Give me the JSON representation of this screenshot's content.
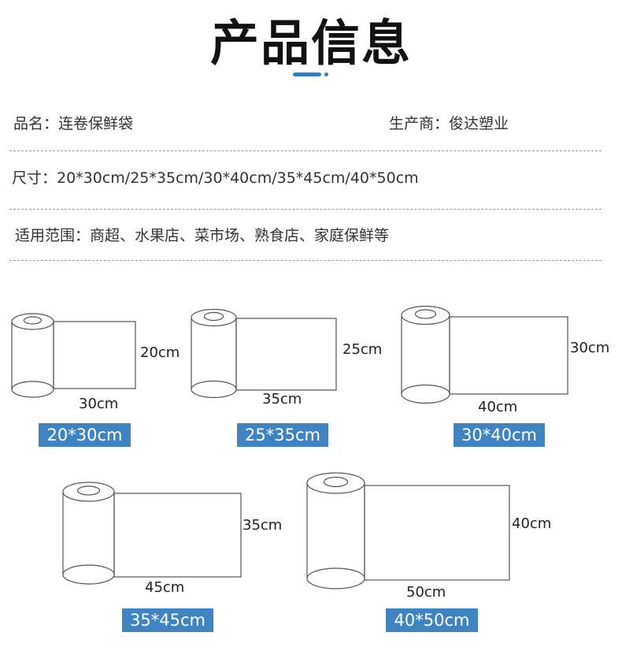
{
  "title": "产品信息",
  "info": {
    "name": "品名：连卷保鲜袋",
    "maker": "生产商：俊达塑业",
    "sizes": "尺寸：20*30cm/25*35cm/30*40cm/35*45cm/40*50cm",
    "usage": "适用范围：商超、水果店、菜市场、熟食店、家庭保鲜等"
  },
  "rolls": [
    {
      "height": "20cm",
      "width": "30cm",
      "tag": "20*30cm"
    },
    {
      "height": "25cm",
      "width": "35cm",
      "tag": "25*35cm"
    },
    {
      "height": "30cm",
      "width": "40cm",
      "tag": "30*40cm"
    },
    {
      "height": "35cm",
      "width": "45cm",
      "tag": "35*45cm"
    },
    {
      "height": "40cm",
      "width": "50cm",
      "tag": "40*50cm"
    }
  ],
  "colors": {
    "accent": "#3c7ab3",
    "tag_bg": "#3f84c1",
    "line": "#555555"
  }
}
